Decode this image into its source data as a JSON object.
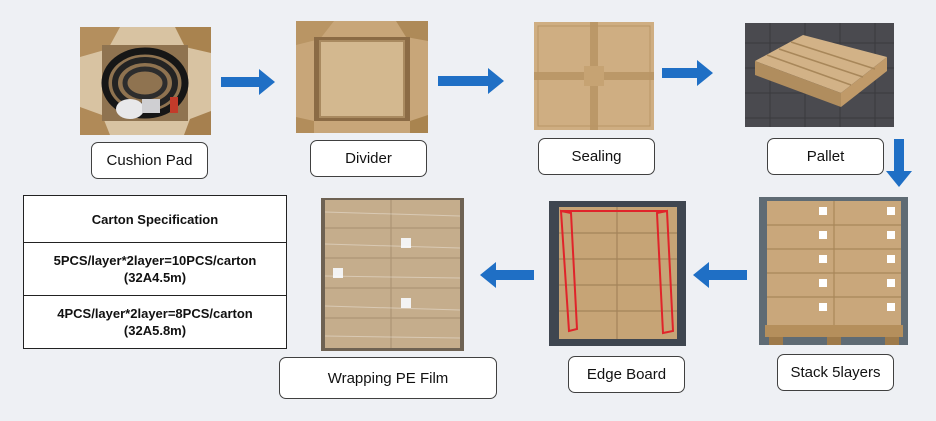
{
  "steps": [
    {
      "label": "Cushion Pad"
    },
    {
      "label": "Divider"
    },
    {
      "label": "Sealing"
    },
    {
      "label": "Pallet"
    },
    {
      "label": "Stack 5layers"
    },
    {
      "label": "Edge Board"
    },
    {
      "label": "Wrapping  PE Film"
    }
  ],
  "spec": {
    "title": "Carton Specification",
    "rows": [
      {
        "line1": "5PCS/layer*2layer=10PCS/carton",
        "line2": "(32A4.5m)"
      },
      {
        "line1": "4PCS/layer*2layer=8PCS/carton",
        "line2": "(32A5.8m)"
      }
    ]
  },
  "colors": {
    "arrow": "#1f6fc5",
    "cardboard": "#c9a77b",
    "pallet_wood": "#c8a97d",
    "edge_marker": "#e0242a"
  }
}
